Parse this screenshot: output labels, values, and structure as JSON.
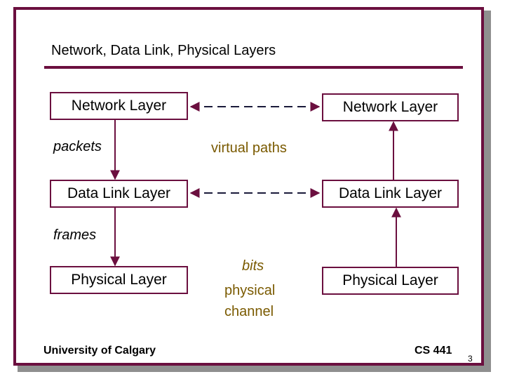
{
  "title": "Network, Data Link, Physical Layers",
  "left_stack": {
    "network": "Network Layer",
    "data_link": "Data Link Layer",
    "physical": "Physical Layer"
  },
  "right_stack": {
    "network": "Network Layer",
    "data_link": "Data Link Layer",
    "physical": "Physical Layer"
  },
  "labels": {
    "packets": "packets",
    "frames": "frames",
    "virtual_paths": "virtual paths",
    "bits": "bits",
    "physical_channel_line1": "physical",
    "physical_channel_line2": "channel"
  },
  "footer": {
    "left": "University of Calgary",
    "right": "CS 441",
    "page_number": "3"
  },
  "colors": {
    "frame": "#6b0f3f",
    "arrows": "#6b0f3f",
    "virtual_paths_text": "#7a5a00"
  }
}
